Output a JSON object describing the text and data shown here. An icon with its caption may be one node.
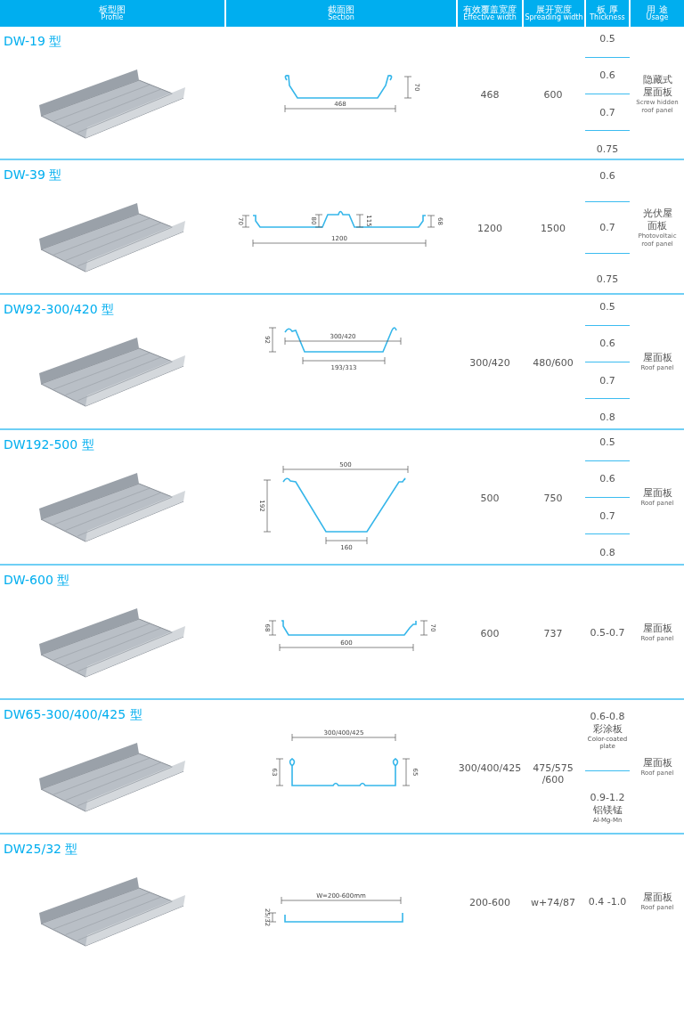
{
  "diagram": {
    "labels": [
      "板型图",
      "Profile",
      "截面图",
      "Section",
      "有效覆盖宽度",
      "Effective width",
      "展开宽度",
      "Spreading width",
      "板 厚",
      "Thickness",
      "用 途",
      "Usage",
      "DW-19 型",
      "70",
      "468",
      "468",
      "600",
      "0.5",
      "0.6",
      "0.7",
      "0.75",
      "隐藏式屋面板",
      "Screw hidden roof panel",
      "DW-39 型",
      "70",
      "80",
      "115",
      "68",
      "1200",
      "1200",
      "1500",
      "0.6",
      "0.7",
      "0.75",
      "光伏屋面板",
      "Photovoltaic roof panel",
      "DW92-300/420 型",
      "300/420",
      "92",
      "193/313",
      "300/420",
      "480/600",
      "0.5",
      "0.6",
      "0.7",
      "0.8",
      "屋面板",
      "Roof panel",
      "DW192-500 型",
      "500",
      "192",
      "160",
      "500",
      "750",
      "0.5",
      "0.6",
      "0.7",
      "0.8",
      "屋面板",
      "Roof panel",
      "DW-600 型",
      "68",
      "70",
      "600",
      "600",
      "737",
      "0.5-0.7",
      "屋面板",
      "Roof panel",
      "DW65-300/400/425 型",
      "300/400/425",
      "63",
      "65",
      "300/400/425",
      "475/575 /600",
      "0.6-0.8",
      "彩涂板",
      "Color-coated plate",
      "0.9-1.2",
      "铝镁锰",
      "Al-Mg-Mn",
      "屋面板",
      "Roof panel",
      "DW25/32 型",
      "W=200-600mm",
      "25/32",
      "200-600",
      "w+74/87",
      "0.4 -1.0",
      "屋面板",
      "Roof panel"
    ]
  }
}
